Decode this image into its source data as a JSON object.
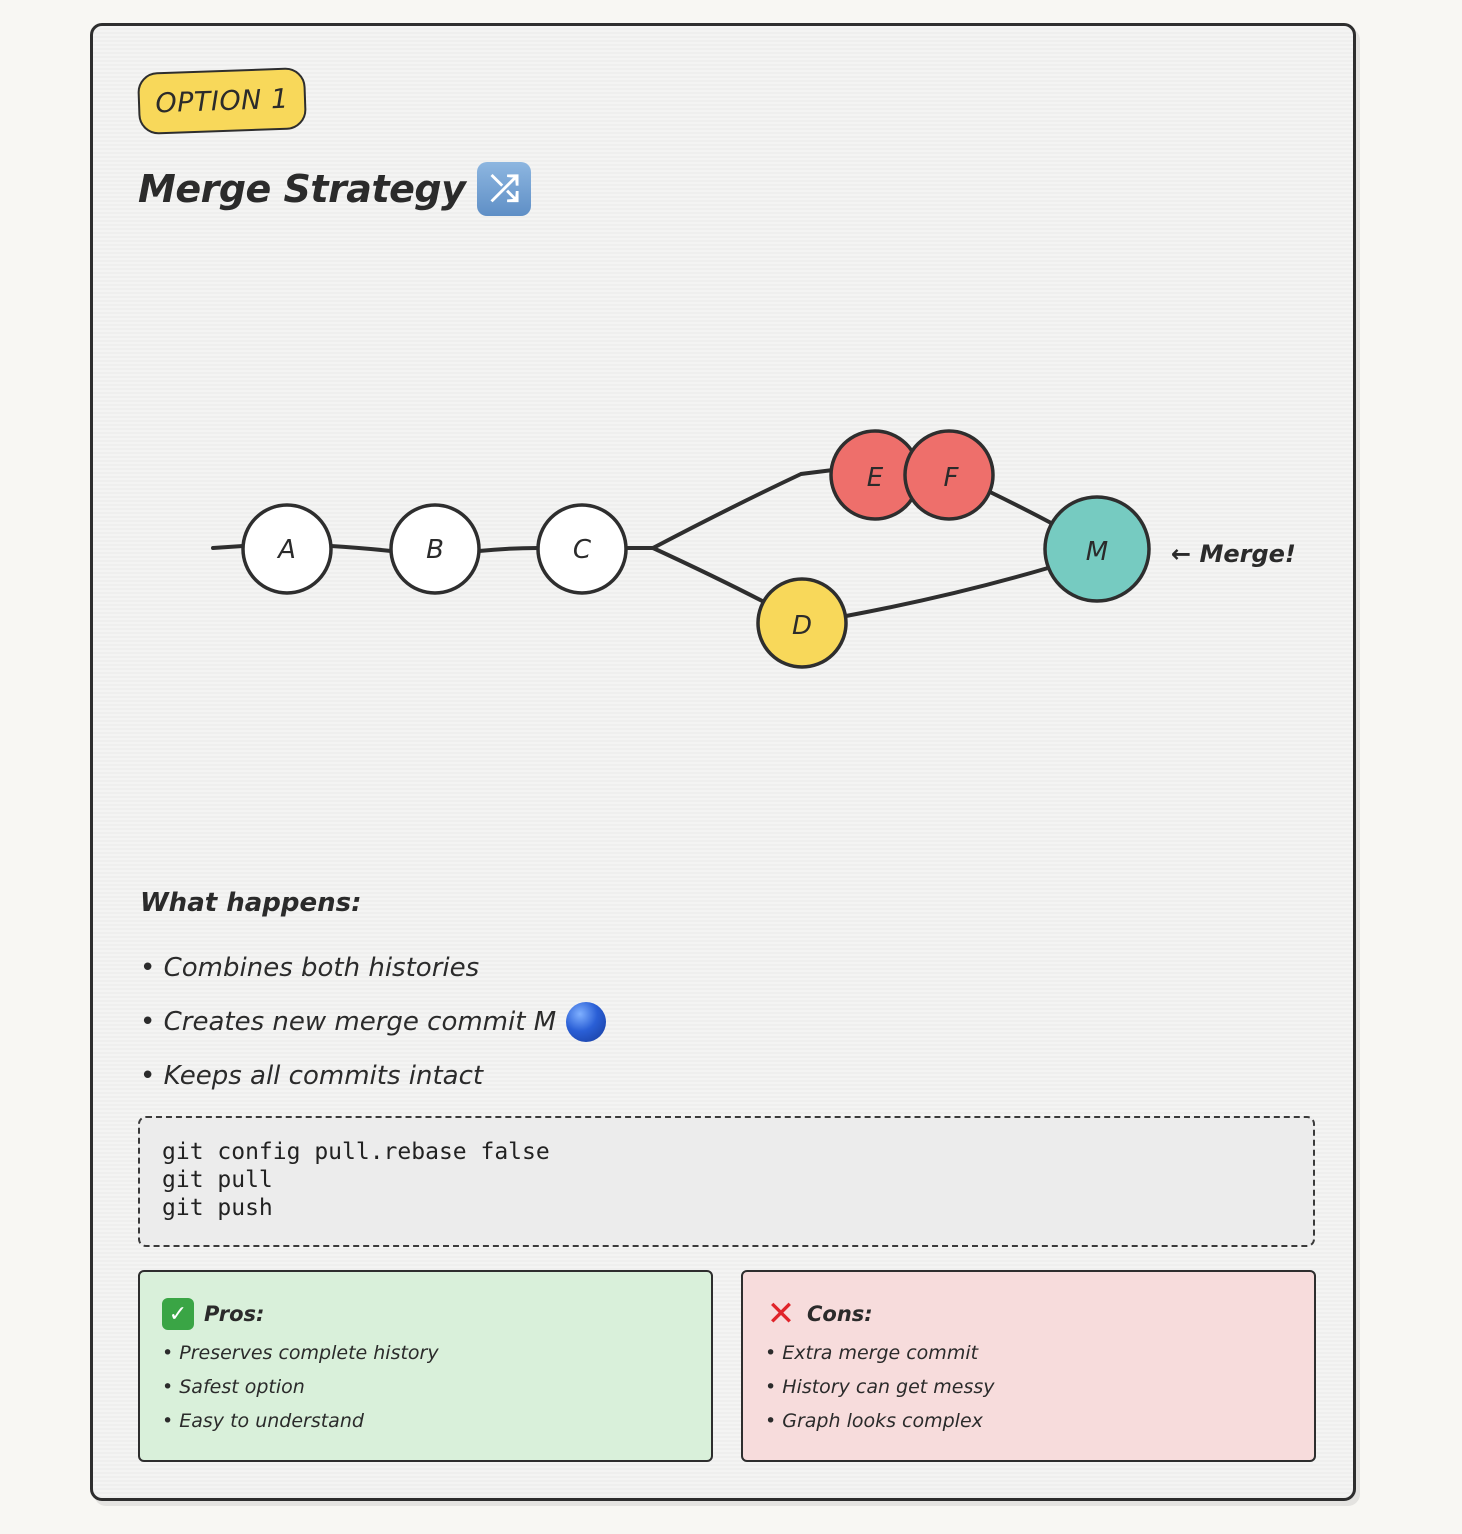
{
  "badge": "OPTION 1",
  "title": "Merge Strategy",
  "title_icon": "shuffle-icon",
  "graph": {
    "nodes": [
      {
        "id": "A",
        "label": "A",
        "color": "#ffffff"
      },
      {
        "id": "B",
        "label": "B",
        "color": "#ffffff"
      },
      {
        "id": "C",
        "label": "C",
        "color": "#ffffff"
      },
      {
        "id": "E",
        "label": "E",
        "color": "#ee6f6b"
      },
      {
        "id": "F",
        "label": "F",
        "color": "#ee6f6b"
      },
      {
        "id": "D",
        "label": "D",
        "color": "#f8d85a"
      },
      {
        "id": "M",
        "label": "M",
        "color": "#76cbc1"
      }
    ],
    "merge_label": "← Merge!"
  },
  "what_happens": {
    "heading": "What happens:",
    "items": [
      "• Combines both histories",
      "• Creates new merge commit M",
      "• Keeps all commits intact"
    ]
  },
  "code": {
    "lines": [
      "git config pull.rebase false",
      "git pull",
      "git push"
    ]
  },
  "pros": {
    "heading": "Pros:",
    "icon": "check-icon",
    "items": [
      "• Preserves complete history",
      "• Safest option",
      "• Easy to understand"
    ]
  },
  "cons": {
    "heading": "Cons:",
    "icon": "cross-icon",
    "items": [
      "• Extra merge commit",
      "• History can get messy",
      "• Graph looks complex"
    ]
  }
}
